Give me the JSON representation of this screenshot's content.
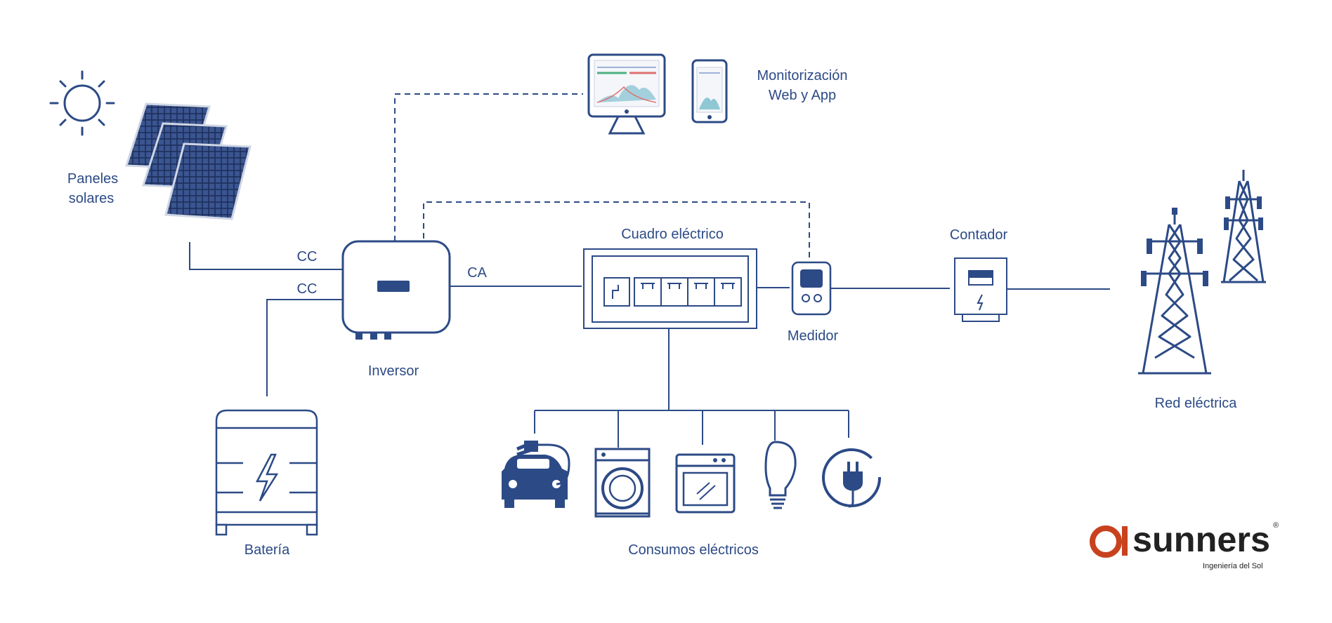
{
  "labels": {
    "panels_line1": "Paneles",
    "panels_line2": "solares",
    "monitoring_line1": "Monitorización",
    "monitoring_line2": "Web y App",
    "cc_top": "CC",
    "cc_bottom": "CC",
    "ca": "CA",
    "inverter": "Inversor",
    "panel_board": "Cuadro eléctrico",
    "meter": "Medidor",
    "counter": "Contador",
    "grid": "Red eléctrica",
    "battery": "Batería",
    "consumption": "Consumos eléctricos"
  },
  "brand": {
    "name": "sunners",
    "tagline": "Ingeniería del Sol",
    "registered": "®"
  },
  "colors": {
    "primary": "#2c4a86",
    "brand_red": "#c8421e",
    "brand_text": "#222222"
  },
  "icons": [
    "sun-icon",
    "solar-panel-icon",
    "monitor-icon",
    "phone-icon",
    "inverter-icon",
    "panel-board-icon",
    "meter-icon",
    "counter-icon",
    "power-tower-icon",
    "battery-icon",
    "ev-car-icon",
    "washing-machine-icon",
    "oven-icon",
    "light-bulb-icon",
    "plug-icon"
  ]
}
